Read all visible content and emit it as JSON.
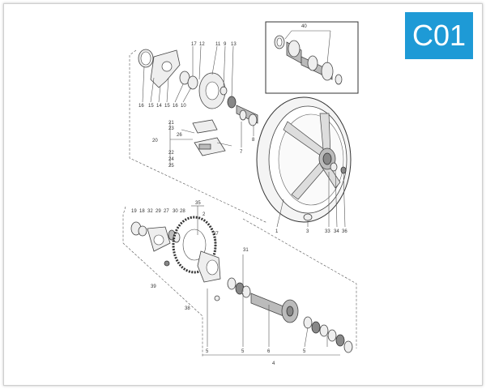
{
  "badge": {
    "text": "C01"
  },
  "labels": {
    "l1": "1",
    "l2": "2",
    "l3": "3",
    "l4": "4",
    "l5a": "5",
    "l5b": "5",
    "l5c": "5",
    "l6": "6",
    "l7": "7",
    "l8": "8",
    "l9": "9",
    "l10": "10",
    "l11": "11",
    "l12": "12",
    "l13": "13",
    "l14": "14",
    "l15a": "15",
    "l15b": "15",
    "l16a": "16",
    "l16b": "16",
    "l17": "17",
    "l18": "18",
    "l19": "19",
    "l20": "20",
    "l21": "21",
    "l22": "22",
    "l23": "23",
    "l24": "24",
    "l25": "25",
    "l26": "26",
    "l27": "27",
    "l28": "28",
    "l29": "29",
    "l30": "30",
    "l31": "31",
    "l32": "32",
    "l33": "33",
    "l34": "34",
    "l35": "35",
    "l36": "36",
    "l37": "37",
    "l38": "38",
    "l39": "39",
    "l40": "40"
  }
}
